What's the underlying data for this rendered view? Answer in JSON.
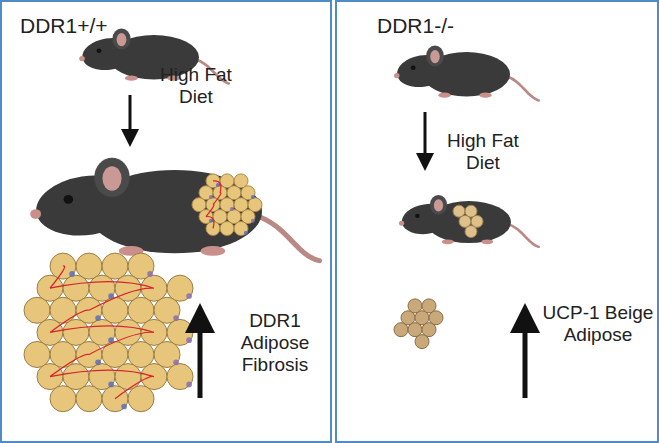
{
  "diagram": {
    "nodes": [
      {
        "text": [
          "DDR1+/+",
          "High Fat Diet",
          "DDR1 Adipose Fibrosis"
        ]
      },
      {
        "text": [
          "DDR1-/-",
          "High Fat Diet",
          "UCP-1 Beige Adipose"
        ]
      }
    ]
  }
}
